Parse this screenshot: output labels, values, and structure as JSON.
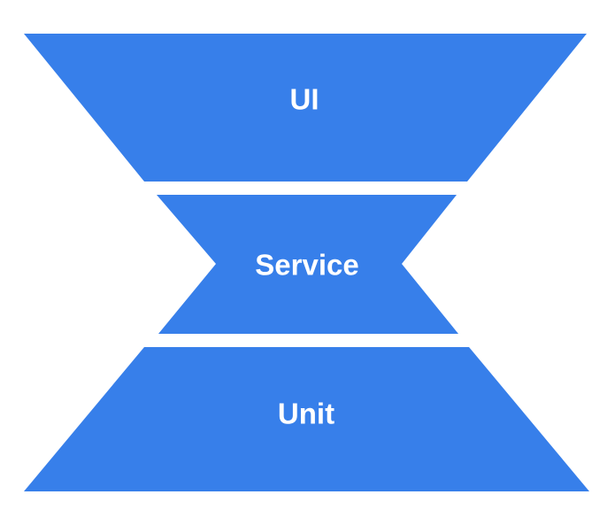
{
  "diagram": {
    "fill_color": "#377fea",
    "text_color": "#ffffff",
    "layers": [
      {
        "label": "UI"
      },
      {
        "label": "Service"
      },
      {
        "label": "Unit"
      }
    ]
  }
}
